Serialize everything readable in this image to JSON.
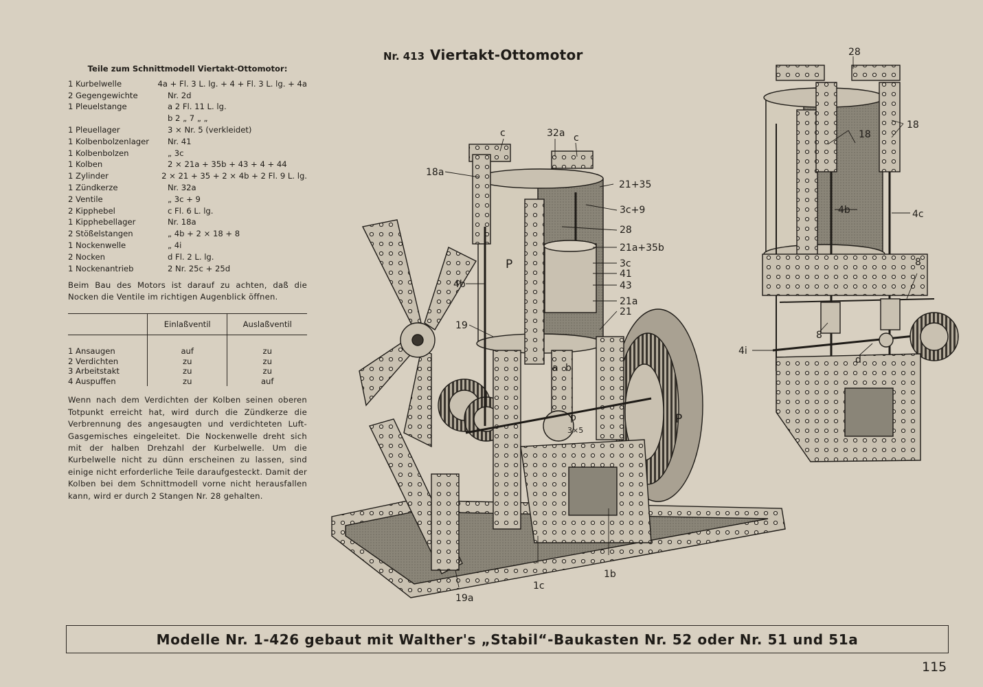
{
  "header": {
    "model_number": "Nr. 413",
    "title": "Viertakt-Ottomotor"
  },
  "parts": {
    "heading": "Teile zum Schnittmodell Viertakt-Ottomotor:",
    "items": [
      {
        "name": "1 Kurbelwelle",
        "value": "4a + Fl. 3 L. lg. + 4 + Fl. 3 L. lg. + 4a"
      },
      {
        "name": "2 Gegengewichte",
        "value": "Nr. 2d"
      },
      {
        "name": "1 Pleuelstange",
        "value": "a 2 Fl. 11 L. lg."
      },
      {
        "name": "",
        "value": "b 2  „   7  „  „"
      },
      {
        "name": "1 Pleuellager",
        "value": "3 × Nr.  5 (verkleidet)"
      },
      {
        "name": "1 Kolbenbolzenlager",
        "value": "Nr. 41"
      },
      {
        "name": "1 Kolbenbolzen",
        "value": "  „   3c"
      },
      {
        "name": "1 Kolben",
        "value": "2 × 21a + 35b + 43 + 4 + 44"
      },
      {
        "name": "1 Zylinder",
        "value": "2 × 21 + 35 + 2 × 4b + 2 Fl. 9 L. lg."
      },
      {
        "name": "1 Zündkerze",
        "value": "Nr. 32a"
      },
      {
        "name": "2 Ventile",
        "value": "   „    3c + 9"
      },
      {
        "name": "2 Kipphebel",
        "value": "c Fl. 6 L. lg."
      },
      {
        "name": "1 Kipphebellager",
        "value": "Nr. 18a"
      },
      {
        "name": "2 Stößelstangen",
        "value": "  „    4b + 2 × 18 + 8"
      },
      {
        "name": "1 Nockenwelle",
        "value": "  „     4i"
      },
      {
        "name": "2 Nocken",
        "value": "d Fl. 2 L. lg."
      },
      {
        "name": "1 Nockenantrieb",
        "value": "2 Nr. 25c + 25d"
      }
    ]
  },
  "note": "Beim Bau des Motors ist darauf zu achten, daß die Nocken die Ventile im richtigen Augenblick öffnen.",
  "valve_table": {
    "columns": [
      "",
      "Einlaßventil",
      "Auslaßventil"
    ],
    "rows": [
      [
        "1 Ansaugen",
        "auf",
        "zu"
      ],
      [
        "2 Verdichten",
        "zu",
        "zu"
      ],
      [
        "3 Arbeitstakt",
        "zu",
        "zu"
      ],
      [
        "4 Auspuffen",
        "zu",
        "auf"
      ]
    ]
  },
  "description": "Wenn nach dem Verdichten der Kolben seinen oberen Totpunkt erreicht hat, wird durch die Zündkerze die Verbrennung des angesaugten und verdichteten Luft-Gasgemisches eingeleitet. Die Nockenwelle dreht sich mit der halben Drehzahl der Kurbelwelle. Um die Kurbelwelle nicht zu dünn erscheinen zu lassen, sind einige nicht erforderliche Teile daraufgesteckt. Damit der Kolben bei dem Schnittmodell vorne nicht herausfallen kann, wird er durch 2 Stangen Nr. 28 gehalten.",
  "main_labels": {
    "c_left": "c",
    "p32a": "32a",
    "c_right": "c",
    "p18a": "18a",
    "p21_35": "21+35",
    "p3c_9": "3c+9",
    "p28": "28",
    "p21a_35b": "21a+35b",
    "p3c": "3c",
    "p41": "41",
    "p43": "43",
    "p21a": "21a",
    "p21": "21",
    "p4b": "4b",
    "p19": "19",
    "P_cyl": "P",
    "P_wheel": "P",
    "a": "a",
    "b": "b",
    "p3x5": "3×5",
    "p_small": "p",
    "p1c": "1c",
    "p1b": "1b",
    "p19a": "19a"
  },
  "side_labels": {
    "p28": "28",
    "p18": "18",
    "p18b": "18",
    "p4b": "4b",
    "p4c": "4c",
    "p8a": "8",
    "p8b": "8",
    "p4i": "4i",
    "d": "d"
  },
  "footer": "Modelle Nr. 1-426 gebaut mit Walther's „Stabil“-Baukasten Nr. 52 oder Nr. 51 und 51a",
  "page_number": "115",
  "colors": {
    "paper": "#d8d0c1",
    "ink": "#1e1b17",
    "shade": "#8a8578"
  }
}
